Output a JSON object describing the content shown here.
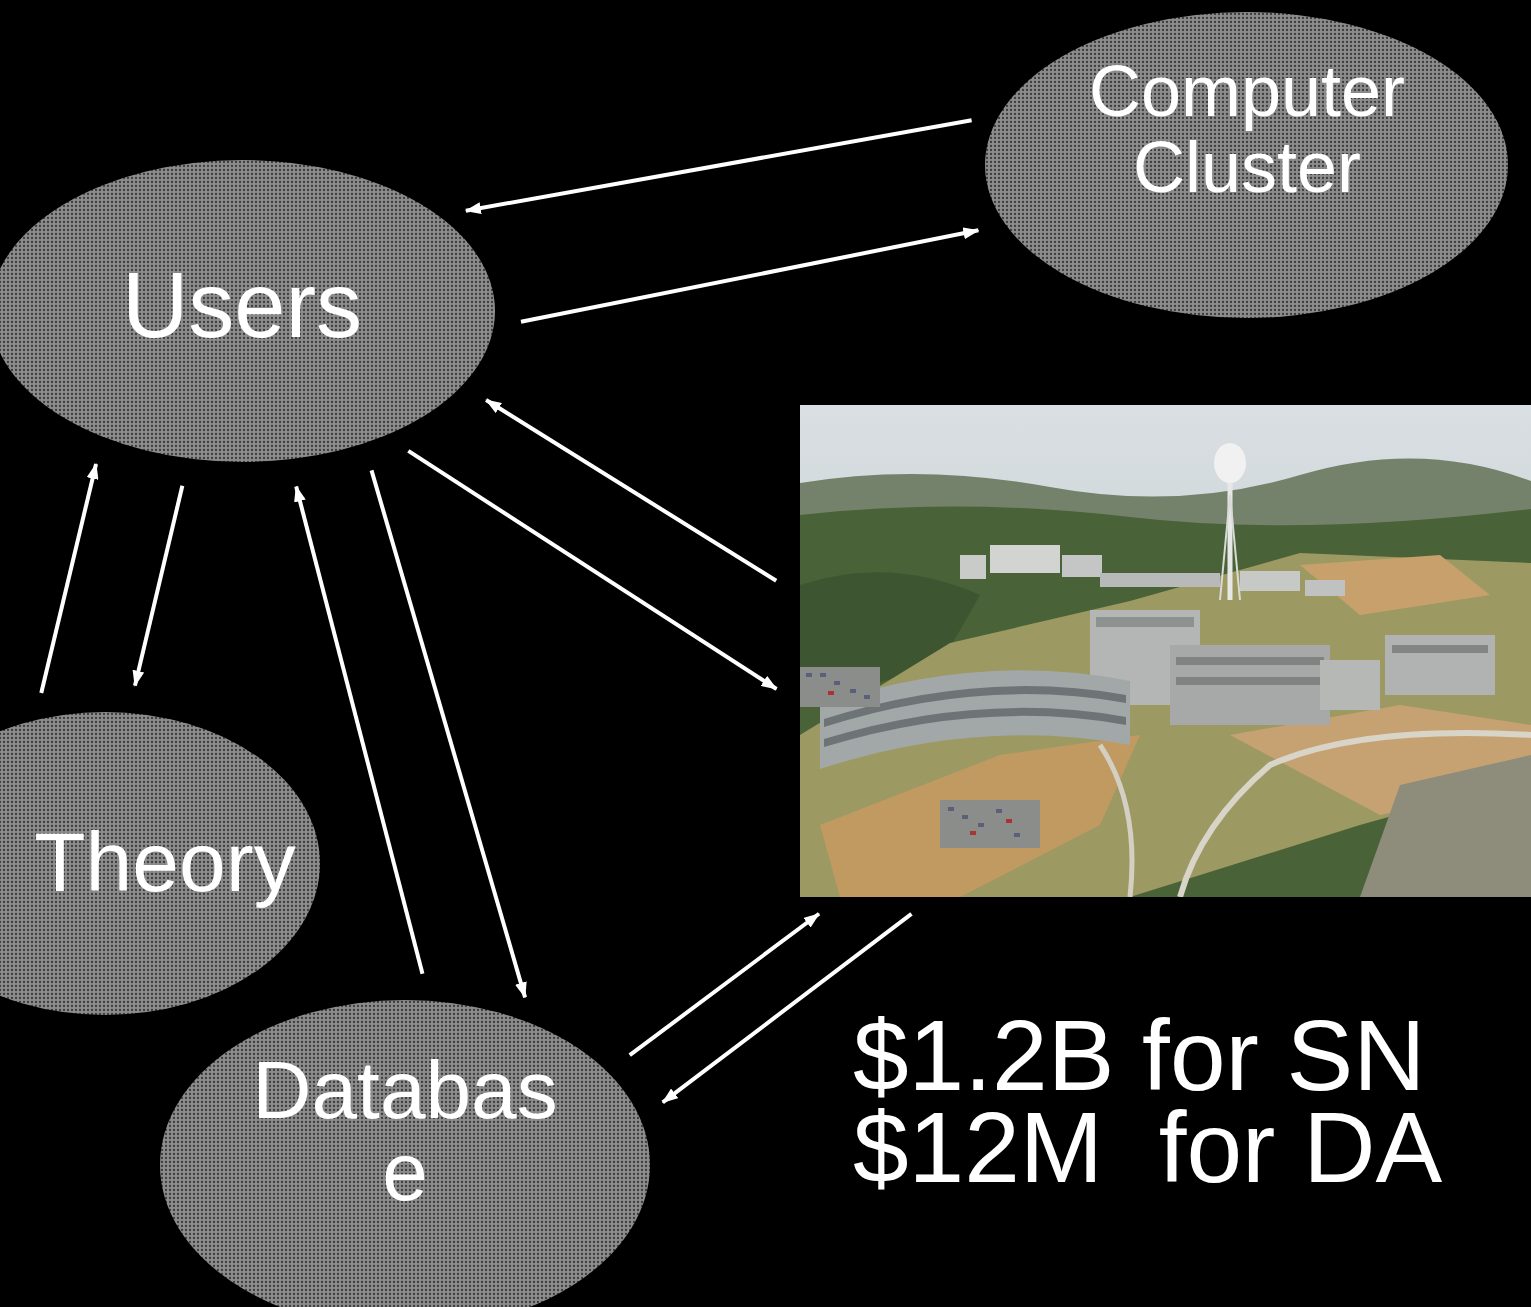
{
  "diagram": {
    "nodes": [
      {
        "text": [
          "Computer Cluster"
        ]
      },
      {
        "text": [
          "Users"
        ]
      },
      {
        "text": []
      },
      {
        "text": [
          "Theory"
        ]
      },
      {
        "text": [
          "Database"
        ]
      }
    ],
    "edges": [
      {
        "from": 0,
        "to": 1,
        "arrow": "to"
      },
      {
        "from": 1,
        "to": 0,
        "arrow": "to"
      },
      {
        "from": 2,
        "to": 1,
        "arrow": "to"
      },
      {
        "from": 1,
        "to": 2,
        "arrow": "to"
      },
      {
        "from": 3,
        "to": 1,
        "arrow": "to"
      },
      {
        "from": 1,
        "to": 3,
        "arrow": "to"
      },
      {
        "from": 4,
        "to": 1,
        "arrow": "to"
      },
      {
        "from": 1,
        "to": 4,
        "arrow": "to"
      },
      {
        "from": 4,
        "to": 2,
        "arrow": "to"
      },
      {
        "from": 2,
        "to": 4,
        "arrow": "to"
      }
    ],
    "labels": [
      "$1.2B for SN",
      "$12M  for DA"
    ]
  }
}
